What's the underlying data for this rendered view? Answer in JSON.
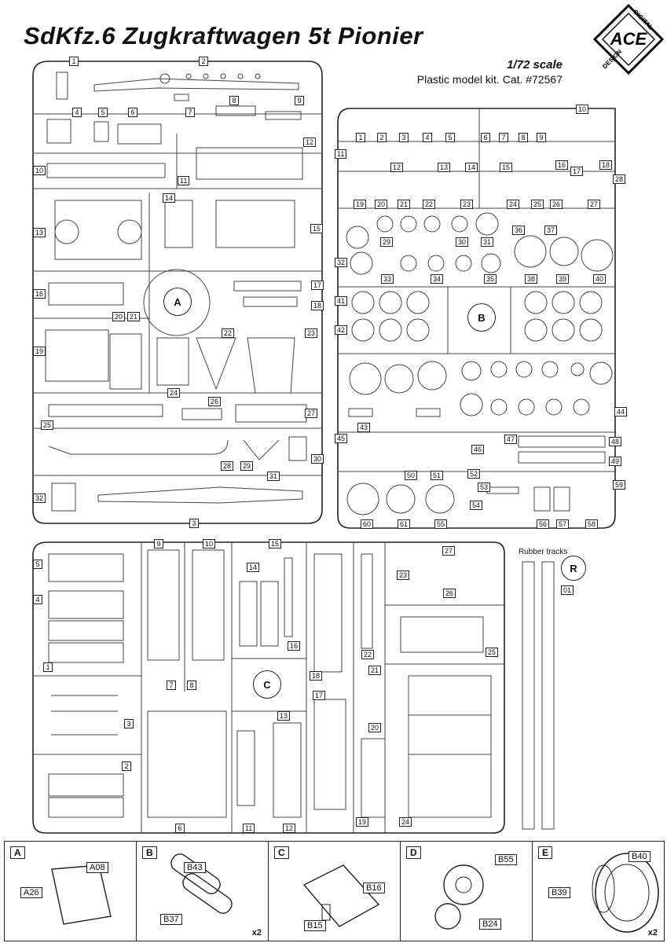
{
  "header": {
    "title": "SdKfz.6 Zugkraftwagen 5t Pionier",
    "scale": "1/72 scale",
    "catalog": "Plastic model kit. Cat. #72567"
  },
  "logo": {
    "top": "DIGITAL",
    "middle": "ACE",
    "bottom": "DESIGN"
  },
  "sprue_a": {
    "circle": "A",
    "labels": [
      "1",
      "2",
      "3",
      "4",
      "5",
      "6",
      "7",
      "8",
      "9",
      "10",
      "11",
      "12",
      "13",
      "14",
      "15",
      "16",
      "17",
      "18",
      "19",
      "20",
      "21",
      "22",
      "23",
      "24",
      "25",
      "26",
      "27",
      "28",
      "29",
      "30",
      "31",
      "32"
    ]
  },
  "sprue_b": {
    "circle": "B",
    "labels": [
      "1",
      "2",
      "3",
      "4",
      "5",
      "6",
      "7",
      "8",
      "9",
      "10",
      "11",
      "12",
      "13",
      "14",
      "15",
      "16",
      "17",
      "18",
      "19",
      "20",
      "21",
      "22",
      "23",
      "24",
      "25",
      "26",
      "27",
      "28",
      "29",
      "30",
      "31",
      "32",
      "33",
      "34",
      "35",
      "36",
      "37",
      "38",
      "39",
      "40",
      "41",
      "42",
      "43",
      "44",
      "45",
      "46",
      "47",
      "48",
      "49",
      "50",
      "51",
      "52",
      "53",
      "54",
      "55",
      "56",
      "57",
      "58",
      "59",
      "60",
      "61"
    ]
  },
  "sprue_c": {
    "circle": "C",
    "labels": [
      "1",
      "2",
      "3",
      "4",
      "5",
      "6",
      "7",
      "8",
      "9",
      "10",
      "11",
      "12",
      "13",
      "14",
      "15",
      "16",
      "17",
      "18",
      "19",
      "20",
      "21",
      "22",
      "23",
      "24",
      "25",
      "26",
      "27"
    ]
  },
  "sprue_r": {
    "circle": "R",
    "caption": "Rubber tracks",
    "label": "01"
  },
  "assembly": {
    "steps": [
      {
        "letter": "A",
        "parts": [
          "A08",
          "A26"
        ],
        "qty": ""
      },
      {
        "letter": "B",
        "parts": [
          "B43",
          "B37"
        ],
        "qty": "x2"
      },
      {
        "letter": "C",
        "parts": [
          "B16",
          "B15"
        ],
        "qty": ""
      },
      {
        "letter": "D",
        "parts": [
          "B55",
          "B24"
        ],
        "qty": ""
      },
      {
        "letter": "E",
        "parts": [
          "B40",
          "B39"
        ],
        "qty": "x2"
      }
    ]
  }
}
